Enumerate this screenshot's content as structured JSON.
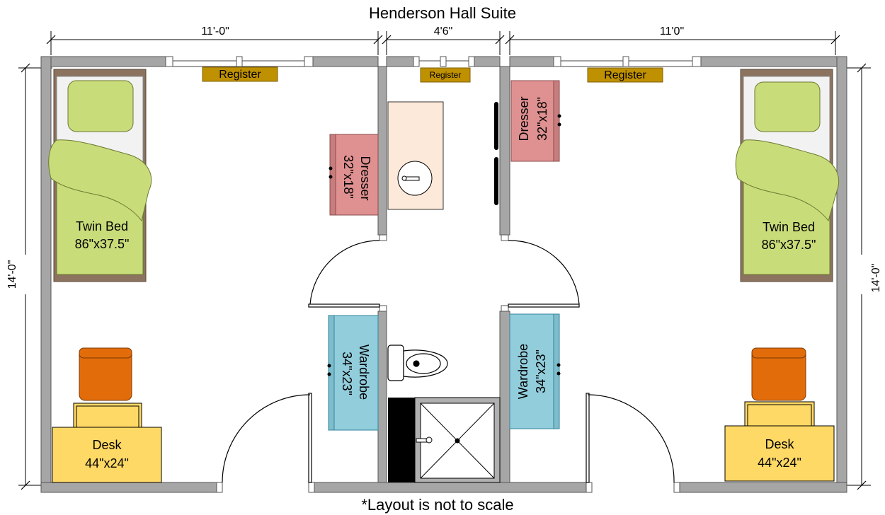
{
  "title": "Henderson Hall Suite",
  "footnote": "*Layout is not to scale",
  "dimensions": {
    "left_width": "11'-0\"",
    "bath_width": "4'6\"",
    "right_width": "11'0\"",
    "left_depth": "14'-0\"",
    "right_depth": "14'-0\""
  },
  "registers": {
    "left": "Register",
    "bath": "Register",
    "right": "Register"
  },
  "furniture": {
    "bed_left": {
      "name": "Twin Bed",
      "size": "86\"x37.5\""
    },
    "bed_right": {
      "name": "Twin Bed",
      "size": "86\"x37.5\""
    },
    "desk_left": {
      "name": "Desk",
      "size": "44\"x24\""
    },
    "desk_right": {
      "name": "Desk",
      "size": "44\"x24\""
    },
    "dresser_left": {
      "name": "Dresser",
      "size": "32\"x18\""
    },
    "dresser_right": {
      "name": "Dresser",
      "size": "32\"x18\""
    },
    "wardrobe_left": {
      "name": "Wardrobe",
      "size": "34\"x23\""
    },
    "wardrobe_right": {
      "name": "Wardrobe",
      "size": "34\"x23\""
    }
  },
  "colors": {
    "wall": "#a6a6a6",
    "bed_frame": "#8b735f",
    "bed_linen": "#c9dc7a",
    "register": "#bf9000",
    "dresser": "#df9090",
    "wardrobe": "#92cddc",
    "desk": "#ffd966",
    "chair": "#e36c0a",
    "vanity": "#fde9d9"
  }
}
